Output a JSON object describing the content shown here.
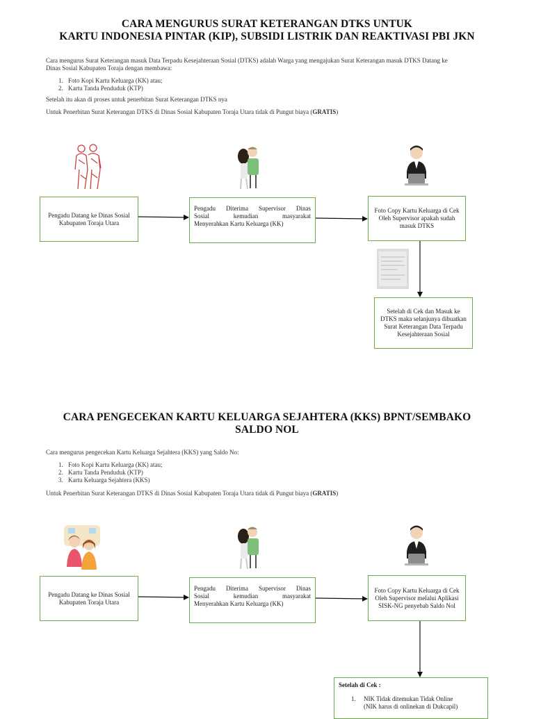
{
  "section1": {
    "title_line1": "CARA MENGURUS SURAT KETERANGAN DTKS UNTUK",
    "title_line2": "KARTU INDONESIA PINTAR (KIP), SUBSIDI LISTRIK DAN REAKTIVASI PBI JKN",
    "intro_line1": "Cara mengurus Surat Keterangan masuk Data Terpadu Kesejahteraan Sosial (DTKS) adalah Warga yang mengajukan Surat Keterangan masuk DTKS Datang ke",
    "intro_line2": "Dinas Sosial Kabupaten Toraja dengan membawa:",
    "list": [
      {
        "num": "1.",
        "text": "Foto Kopi Kartu Keluarga (KK) atau;"
      },
      {
        "num": "2.",
        "text": "Kartu Tanda Penduduk (KTP)"
      }
    ],
    "after_list": "Setelah itu akan di proses untuk penerbitan Surat Keterangan DTKS nya",
    "fee_prefix": "Untuk Penerbitan Surat Keterangan DTKS di Dinas Sosial Kabupaten Toraja Utara  tidak di Pungut biaya (",
    "fee_bold": "GRATIS",
    "fee_suffix": ")",
    "box1": "Pengadu Datang ke Dinas Sosial Kabupaten Toraja Utara",
    "box2_lines": [
      "Pengadu Diterima Supervisor Dinas",
      "Sosial kemudian masyarakat",
      "Menyerahkan Kartu Keluarga (KK)"
    ],
    "box3": "Foto Copy Kartu Keluarga di Cek Oleh Supervisor apakah sudah masuk DTKS",
    "box4": "Setelah di Cek dan Masuk ke DTKS maka selanjunya dibuatkan Surat Keterangan Data Terpadu Kesejahteraan Sosial"
  },
  "section2": {
    "title_line1": "CARA PENGECEKAN KARTU KELUARGA SEJAHTERA (KKS) BPNT/SEMBAKO",
    "title_line2": "SALDO NOL",
    "intro": "Cara mengurus pengecekan Kartu Keluarga Sejahtera (KKS) yang Saldo No:",
    "list": [
      {
        "num": "1.",
        "text": "Foto Kopi Kartu Keluarga (KK) atau;"
      },
      {
        "num": "2.",
        "text": "Kartu Tanda Penduduk (KTP)"
      },
      {
        "num": "3.",
        "text": "Kartu Keluarga Sejahtera (KKS)"
      }
    ],
    "fee_prefix": "Untuk Penerbitan Surat Keterangan DTKS di Dinas Sosial Kabupaten Toraja Utara  tidak di Pungut biaya (",
    "fee_bold": "GRATIS",
    "fee_suffix": ")",
    "box1": "Pengadu Datang ke Dinas Sosial Kabupaten Toraja Utara",
    "box2_lines": [
      "Pengadu Diterima Supervisor Dinas",
      "Sosial kemudian masyarakat",
      "Menyerahkan Kartu Keluarga (KK)"
    ],
    "box3": "Foto Copy Kartu Keluarga di Cek Oleh Supervisor melalui Aplikasi SISK-NG penyebab Saldo Nol",
    "box4_heading": "Setelah di Cek :",
    "box4_item_num": "1.",
    "box4_item_line1": "NIK Tidak ditemukan Tidak Online",
    "box4_item_line2": "(NIK harus di onlinekan di Dukcapil)"
  },
  "colors": {
    "box_border": "#6aaa47",
    "arrow": "#111111"
  }
}
